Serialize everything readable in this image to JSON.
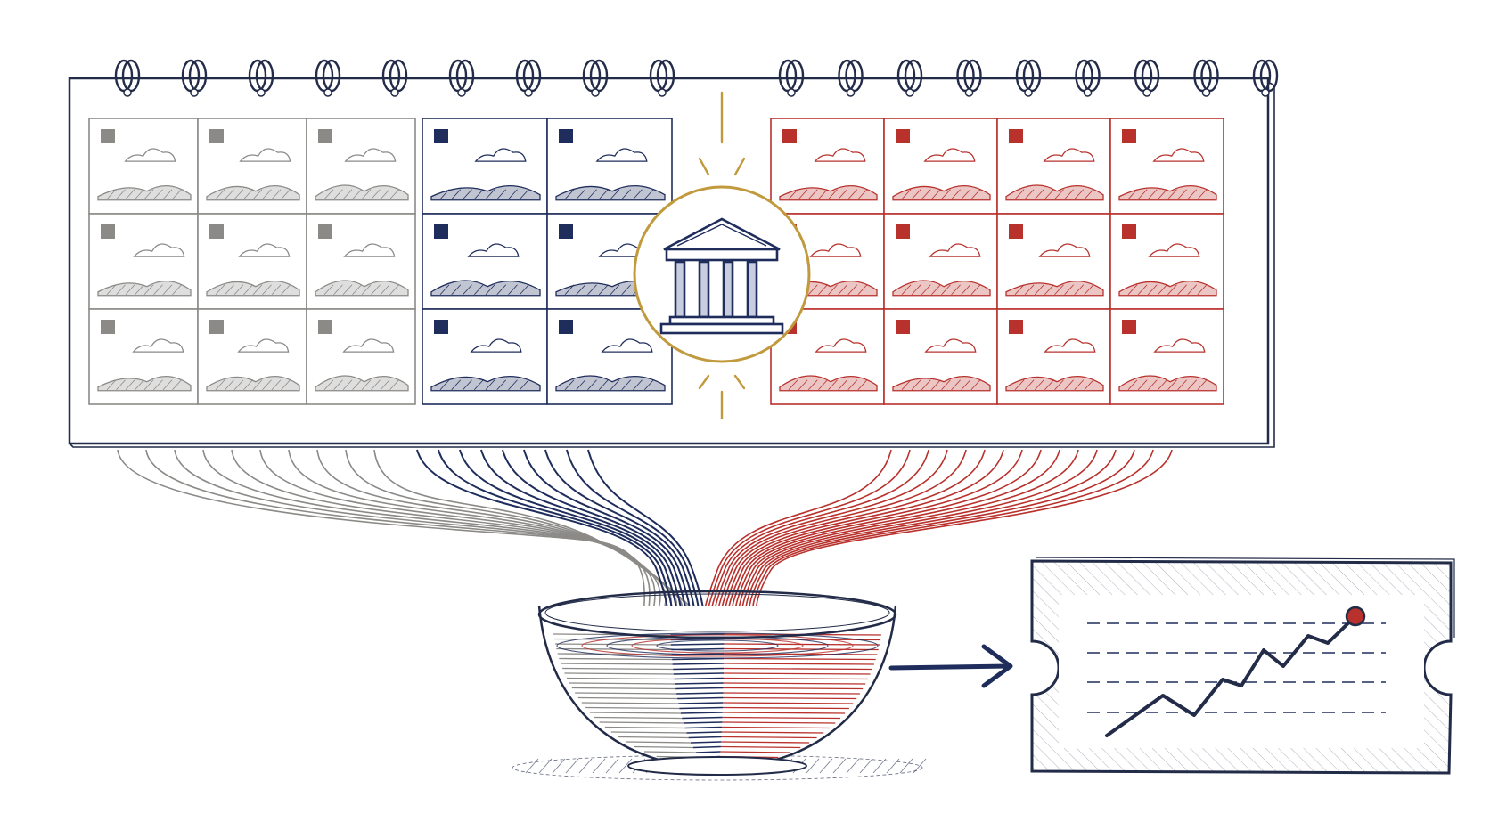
{
  "colors": {
    "gray": "#8c8a87",
    "blue": "#1f2d5c",
    "red": "#b8312c",
    "gold": "#c19a3e",
    "ink": "#222b48",
    "background": "#ffffff"
  },
  "calendar": {
    "ring_count": 18,
    "sections": [
      {
        "id": "past-months",
        "color_key": "gray",
        "columns": 3,
        "rows": 3
      },
      {
        "id": "recent-months",
        "color_key": "blue",
        "columns": 2,
        "rows": 3
      },
      {
        "id": "future-months",
        "color_key": "red",
        "columns": 4,
        "rows": 3
      }
    ],
    "center_icon": "bank-building-icon"
  },
  "flow": {
    "source_colors": [
      "gray",
      "blue",
      "red"
    ],
    "destination": "mixing-bowl"
  },
  "bowl": {
    "contents_colors": [
      "gray",
      "blue",
      "red"
    ]
  },
  "output_card": {
    "icon": "line-chart-icon",
    "trend": "rising",
    "highlight_color_key": "red"
  },
  "arrow": {
    "icon": "arrow-right-icon"
  }
}
